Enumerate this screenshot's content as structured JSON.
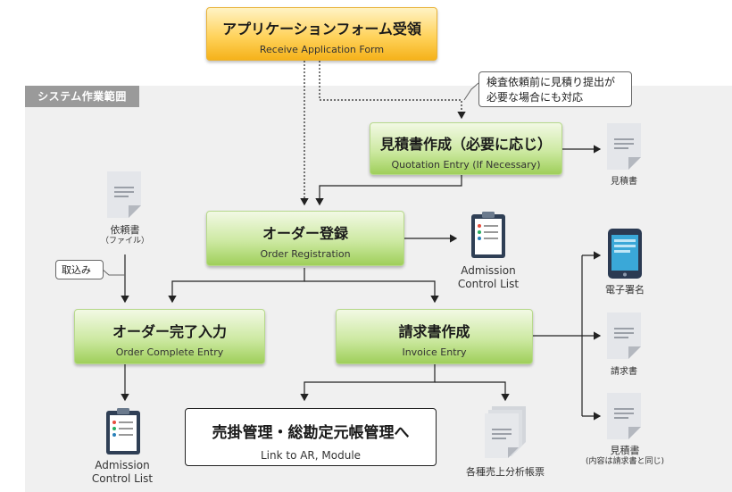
{
  "scope_label": "システム作業範囲",
  "nodes": {
    "receive": {
      "jp": "アプリケーションフォーム受領",
      "en": "Receive Application Form"
    },
    "quotation": {
      "jp": "見積書作成（必要に応じ）",
      "en": "Quotation Entry (If Necessary)"
    },
    "order": {
      "jp": "オーダー登録",
      "en": "Order Registration"
    },
    "complete": {
      "jp": "オーダー完了入力",
      "en": "Order Complete Entry"
    },
    "invoice": {
      "jp": "請求書作成",
      "en": "Invoice Entry"
    },
    "link": {
      "jp": "売掛管理・総勘定元帳管理へ",
      "en": "Link to AR, Module"
    }
  },
  "callouts": {
    "quote_note_line1": "検査依頼前に見積り提出が",
    "quote_note_line2": "必要な場合にも対応",
    "import": "取込み"
  },
  "icons": {
    "quote_doc": "見積書",
    "request_doc_line1": "依頼書",
    "request_doc_line2": "（ファイル）",
    "admission_top_line1": "Admission",
    "admission_top_line2": "Control List",
    "admission_bottom_line1": "Admission",
    "admission_bottom_line2": "Control List",
    "esign": "電子署名",
    "invoice_doc": "請求書",
    "quote_doc2_line1": "見積書",
    "quote_doc2_line2": "(内容は請求書と同じ)",
    "sales_report": "各種売上分析帳票"
  },
  "colors": {
    "green_box": "#cde9a2",
    "orange_box": "#ffd35c",
    "scope_bg": "#f0f0f0",
    "scope_label_bg": "#9a9a9a"
  }
}
